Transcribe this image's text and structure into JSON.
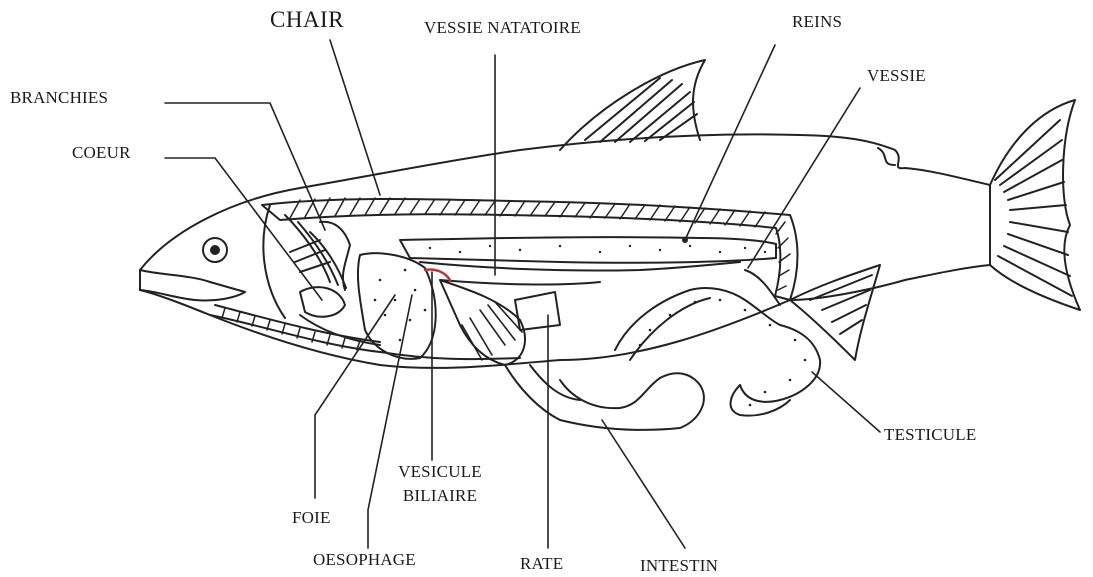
{
  "labels": {
    "chair": "CHAIR",
    "vessie_natatoire": "VESSIE NATATOIRE",
    "reins": "REINS",
    "vessie": "VESSIE",
    "branchies": "BRANCHIES",
    "coeur": "COEUR",
    "testicule": "TESTICULE",
    "vesicule_line1": "VESICULE",
    "vesicule_line2": "BILIAIRE",
    "foie": "FOIE",
    "oesophage": "OESOPHAGE",
    "rate": "RATE",
    "intestin": "INTESTIN"
  },
  "colors": {
    "ink": "#222222",
    "accent": "#b23a3a",
    "background": "#ffffff"
  }
}
